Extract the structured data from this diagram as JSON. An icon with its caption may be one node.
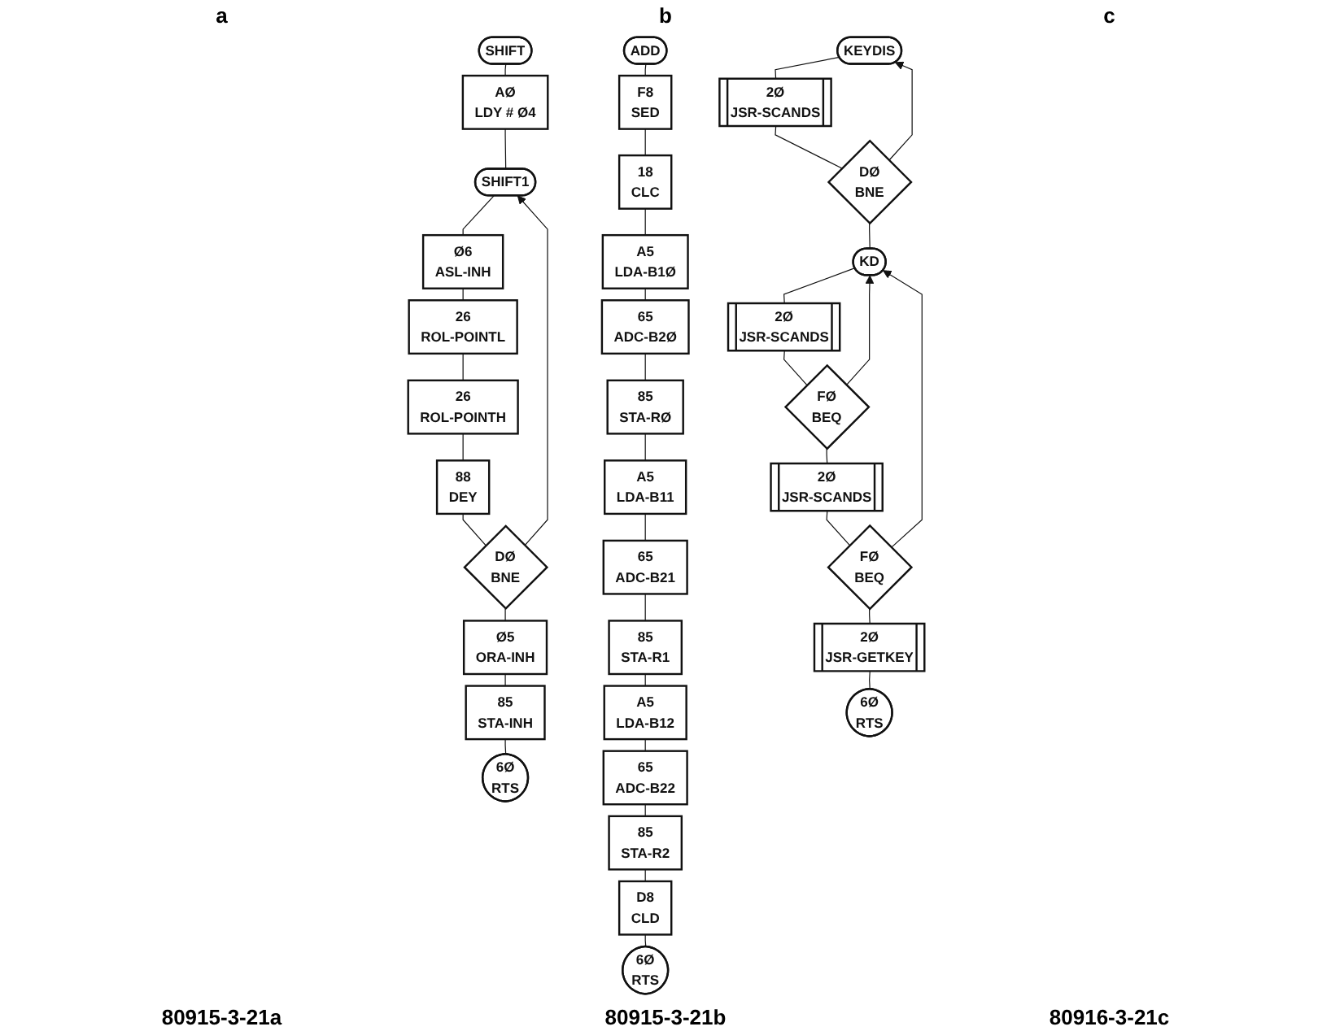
{
  "diagram": {
    "nodes": [
      {
        "text": [
          "SHIFT"
        ]
      },
      {
        "text": [
          "AØ",
          "LDY # Ø4"
        ]
      },
      {
        "text": [
          "SHIFT1"
        ]
      },
      {
        "text": [
          "Ø6",
          "ASL-INH"
        ]
      },
      {
        "text": [
          "26",
          "ROL-POINTL"
        ]
      },
      {
        "text": [
          "26",
          "ROL-POINTH"
        ]
      },
      {
        "text": [
          "88",
          "DEY"
        ]
      },
      {
        "text": [
          "DØ",
          "BNE"
        ]
      },
      {
        "text": [
          "Ø5",
          "ORA-INH"
        ]
      },
      {
        "text": [
          "85",
          "STA-INH"
        ]
      },
      {
        "text": [
          "6Ø",
          "RTS"
        ]
      },
      {
        "text": [
          "ADD"
        ]
      },
      {
        "text": [
          "F8",
          "SED"
        ]
      },
      {
        "text": [
          "18",
          "CLC"
        ]
      },
      {
        "text": [
          "A5",
          "LDA-B1Ø"
        ]
      },
      {
        "text": [
          "65",
          "ADC-B2Ø"
        ]
      },
      {
        "text": [
          "85",
          "STA-RØ"
        ]
      },
      {
        "text": [
          "A5",
          "LDA-B11"
        ]
      },
      {
        "text": [
          "65",
          "ADC-B21"
        ]
      },
      {
        "text": [
          "85",
          "STA-R1"
        ]
      },
      {
        "text": [
          "A5",
          "LDA-B12"
        ]
      },
      {
        "text": [
          "65",
          "ADC-B22"
        ]
      },
      {
        "text": [
          "85",
          "STA-R2"
        ]
      },
      {
        "text": [
          "D8",
          "CLD"
        ]
      },
      {
        "text": [
          "6Ø",
          "RTS"
        ]
      },
      {
        "text": [
          "KEYDIS"
        ]
      },
      {
        "text": [
          "2Ø",
          "JSR-SCANDS"
        ]
      },
      {
        "text": [
          "DØ",
          "BNE"
        ]
      },
      {
        "text": [
          "KD"
        ]
      },
      {
        "text": [
          "2Ø",
          "JSR-SCANDS"
        ]
      },
      {
        "text": [
          "FØ",
          "BEQ"
        ]
      },
      {
        "text": [
          "2Ø",
          "JSR-SCANDS"
        ]
      },
      {
        "text": [
          "FØ",
          "BEQ"
        ]
      },
      {
        "text": [
          "2Ø",
          "JSR-GETKEY"
        ]
      },
      {
        "text": [
          "6Ø",
          "RTS"
        ]
      }
    ],
    "edges": [
      {
        "from": 0,
        "to": 1,
        "arrow": "none"
      },
      {
        "from": 1,
        "to": 2,
        "arrow": "none"
      },
      {
        "from": 2,
        "to": 3,
        "arrow": "none"
      },
      {
        "from": 3,
        "to": 4,
        "arrow": "none"
      },
      {
        "from": 4,
        "to": 5,
        "arrow": "none"
      },
      {
        "from": 5,
        "to": 6,
        "arrow": "none"
      },
      {
        "from": 6,
        "to": 7,
        "arrow": "none"
      },
      {
        "from": 7,
        "to": 8,
        "arrow": "none"
      },
      {
        "from": 7,
        "to": 2,
        "arrow": "to"
      },
      {
        "from": 8,
        "to": 9,
        "arrow": "none"
      },
      {
        "from": 9,
        "to": 10,
        "arrow": "none"
      },
      {
        "from": 11,
        "to": 12,
        "arrow": "none"
      },
      {
        "from": 12,
        "to": 13,
        "arrow": "none"
      },
      {
        "from": 13,
        "to": 14,
        "arrow": "none"
      },
      {
        "from": 14,
        "to": 15,
        "arrow": "none"
      },
      {
        "from": 15,
        "to": 16,
        "arrow": "none"
      },
      {
        "from": 16,
        "to": 17,
        "arrow": "none"
      },
      {
        "from": 17,
        "to": 18,
        "arrow": "none"
      },
      {
        "from": 18,
        "to": 19,
        "arrow": "none"
      },
      {
        "from": 19,
        "to": 20,
        "arrow": "none"
      },
      {
        "from": 20,
        "to": 21,
        "arrow": "none"
      },
      {
        "from": 21,
        "to": 22,
        "arrow": "none"
      },
      {
        "from": 22,
        "to": 23,
        "arrow": "none"
      },
      {
        "from": 23,
        "to": 24,
        "arrow": "none"
      },
      {
        "from": 25,
        "to": 26,
        "arrow": "none"
      },
      {
        "from": 26,
        "to": 27,
        "arrow": "none"
      },
      {
        "from": 27,
        "to": 25,
        "arrow": "to"
      },
      {
        "from": 27,
        "to": 28,
        "arrow": "none"
      },
      {
        "from": 28,
        "to": 29,
        "arrow": "none"
      },
      {
        "from": 29,
        "to": 30,
        "arrow": "none"
      },
      {
        "from": 30,
        "to": 28,
        "arrow": "to"
      },
      {
        "from": 30,
        "to": 31,
        "arrow": "none"
      },
      {
        "from": 31,
        "to": 32,
        "arrow": "none"
      },
      {
        "from": 32,
        "to": 28,
        "arrow": "to"
      },
      {
        "from": 32,
        "to": 33,
        "arrow": "none"
      },
      {
        "from": 33,
        "to": 34,
        "arrow": "none"
      }
    ],
    "labels": [
      "a",
      "b",
      "c",
      "80915-3-21a",
      "80915-3-21b",
      "80916-3-21c"
    ]
  }
}
